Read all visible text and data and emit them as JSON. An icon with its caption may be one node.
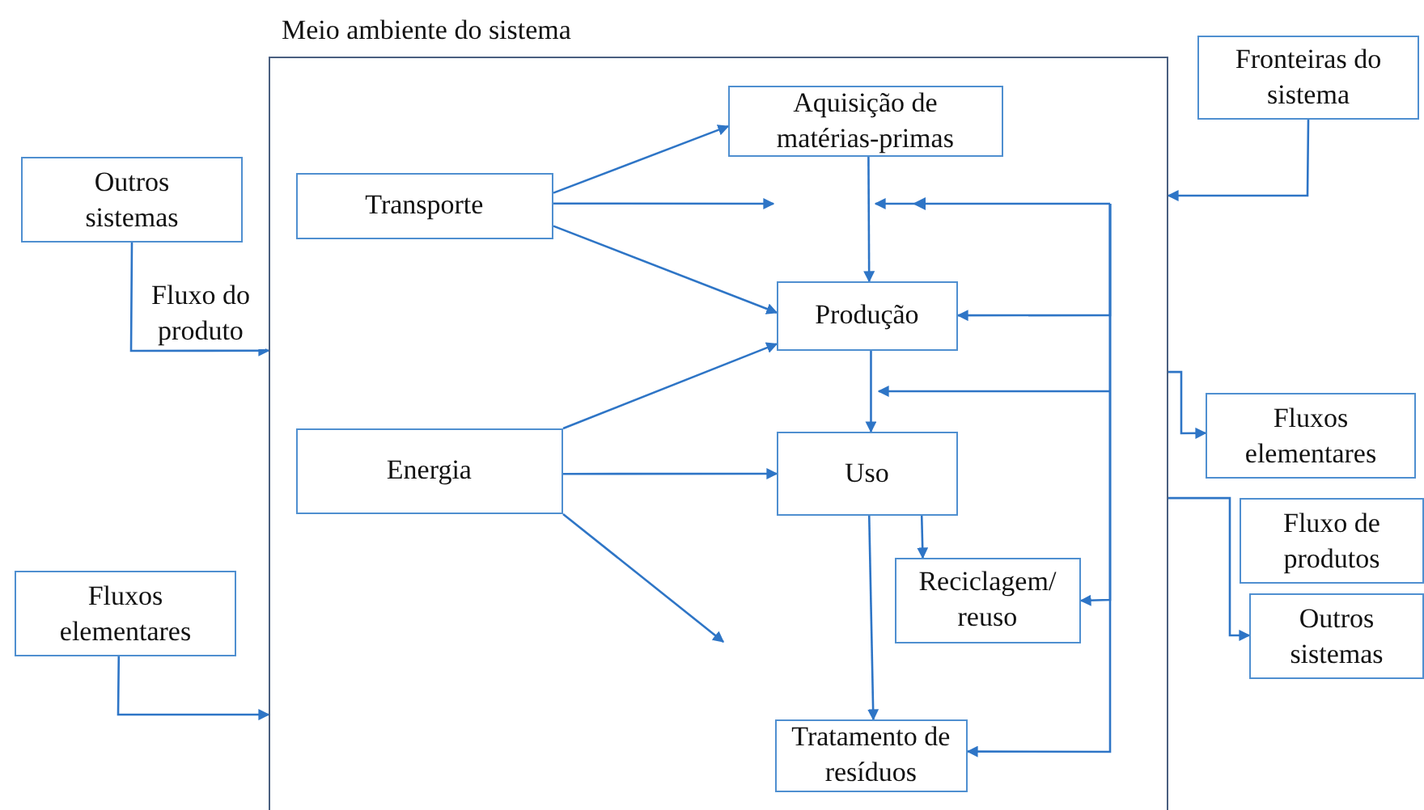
{
  "diagram": {
    "nodes": [
      {
        "text": [
          "Meio ambiente do sistema"
        ]
      },
      {
        "text": [
          "Transporte"
        ],
        "in": 0
      },
      {
        "text": [
          "Aquisição de matérias-primas"
        ],
        "in": 0
      },
      {
        "text": [
          "Produção"
        ],
        "in": 0
      },
      {
        "text": [
          "Energia"
        ],
        "in": 0
      },
      {
        "text": [
          "Uso"
        ],
        "in": 0
      },
      {
        "text": [
          "Reciclagem/ reuso"
        ],
        "in": 0
      },
      {
        "text": [
          "Tratamento de resíduos"
        ],
        "in": 0
      },
      {
        "text": [
          "Outros sistemas"
        ]
      },
      {
        "text": [
          "Fluxos elementares"
        ]
      },
      {
        "text": [
          "Fronteiras do sistema"
        ]
      },
      {
        "text": [
          "Fluxos elementares"
        ]
      },
      {
        "text": [
          "Fluxo de produtos"
        ]
      },
      {
        "text": [
          "Outros sistemas"
        ]
      }
    ],
    "edges": [
      {
        "from": 1,
        "to": 2,
        "arrow": "to"
      },
      {
        "from": 1,
        "to": null,
        "arrow": "to"
      },
      {
        "from": 1,
        "to": 3,
        "arrow": "to"
      },
      {
        "from": 4,
        "to": 3,
        "arrow": "to"
      },
      {
        "from": 4,
        "to": 5,
        "arrow": "to"
      },
      {
        "from": 4,
        "to": null,
        "arrow": "to"
      },
      {
        "from": 2,
        "to": 3,
        "arrow": "to"
      },
      {
        "from": 3,
        "to": 5,
        "arrow": "to"
      },
      {
        "from": 5,
        "to": 6,
        "arrow": "to"
      },
      {
        "from": 5,
        "to": 7,
        "arrow": "to"
      },
      {
        "from": null,
        "to": 3,
        "arrow": "to"
      },
      {
        "from": null,
        "to": 6,
        "arrow": "to"
      },
      {
        "from": null,
        "to": 7,
        "arrow": "to"
      },
      {
        "from": 8,
        "to": 0,
        "arrow": "to",
        "label": "Fluxo do produto"
      },
      {
        "from": 9,
        "to": 0,
        "arrow": "to"
      },
      {
        "from": 10,
        "to": 0,
        "arrow": "to"
      },
      {
        "from": 0,
        "to": 11,
        "arrow": "to"
      },
      {
        "from": 0,
        "to": 13,
        "arrow": "to"
      }
    ]
  }
}
